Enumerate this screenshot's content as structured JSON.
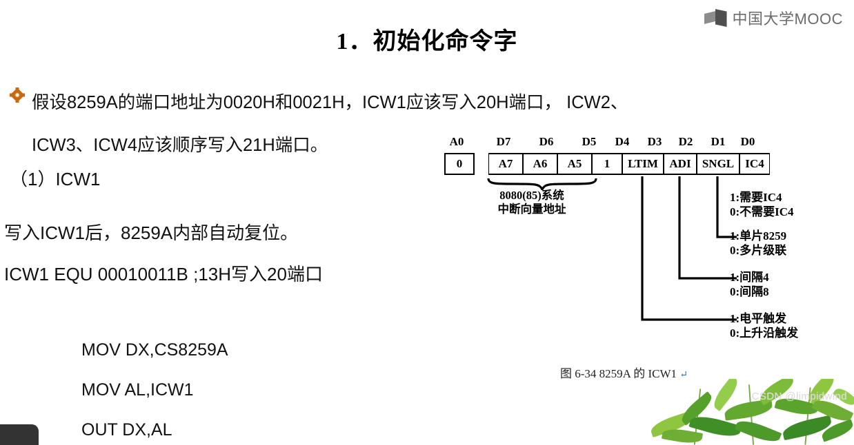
{
  "brand": {
    "logo_text": "中国大学MOOC",
    "logo_icon": "mooc-book-logo"
  },
  "slide": {
    "title": "1．初始化命令字",
    "bullet": {
      "icon": "diamond-bullet-icon",
      "line1": "假设8259A的端口地址为0020H和0021H，ICW1应该写入20H端口， ICW2、",
      "line2": "ICW3、ICW4应该顺序写入21H端口。"
    },
    "section_label": "（1）ICW1",
    "reset_note": "写入ICW1后，8259A内部自动复位。",
    "equ_line": "ICW1  EQU   00010011B      ;13H写入20端口",
    "code": [
      "MOV DX,CS8259A",
      "MOV AL,ICW1",
      "OUT DX,AL"
    ]
  },
  "diagram": {
    "caption": "图 6-34   8259A 的 ICW1",
    "caption_mark": "↵",
    "bit_labels": [
      "A0",
      "D7",
      "D6",
      "D5",
      "D4",
      "D3",
      "D2",
      "D1",
      "D0"
    ],
    "cells": [
      {
        "label": "0",
        "bit": "A0"
      },
      {
        "label": "A7",
        "bit": "D7"
      },
      {
        "label": "A6",
        "bit": "D6"
      },
      {
        "label": "A5",
        "bit": "D5"
      },
      {
        "label": "1",
        "bit": "D4"
      },
      {
        "label": "LTIM",
        "bit": "D3"
      },
      {
        "label": "ADI",
        "bit": "D2"
      },
      {
        "label": "SNGL",
        "bit": "D1"
      },
      {
        "label": "IC4",
        "bit": "D0"
      }
    ],
    "brace_caption_line1": "8080(85)系统",
    "brace_caption_line2": "中断向量地址",
    "annotations": [
      {
        "bit": "D0",
        "one": "1:需要IC4",
        "zero": "0:不需要IC4"
      },
      {
        "bit": "D1",
        "one": "1:单片8259",
        "zero": "0:多片级联"
      },
      {
        "bit": "D2",
        "one": "1:间隔4",
        "zero": "0:间隔8"
      },
      {
        "bit": "D3",
        "one": "1:电平触发",
        "zero": "0:上升沿触发"
      }
    ]
  },
  "decoration": {
    "watermark": "CSDN @limpidwind",
    "leaves_icon": "green-leaves-decoration",
    "player_chip": "video-player-chip"
  },
  "colors": {
    "accent": "#c8690f",
    "logo_gray": "#6b6b6b",
    "leaf_green": "#7cb342",
    "watermark": "#d8d8d8"
  }
}
